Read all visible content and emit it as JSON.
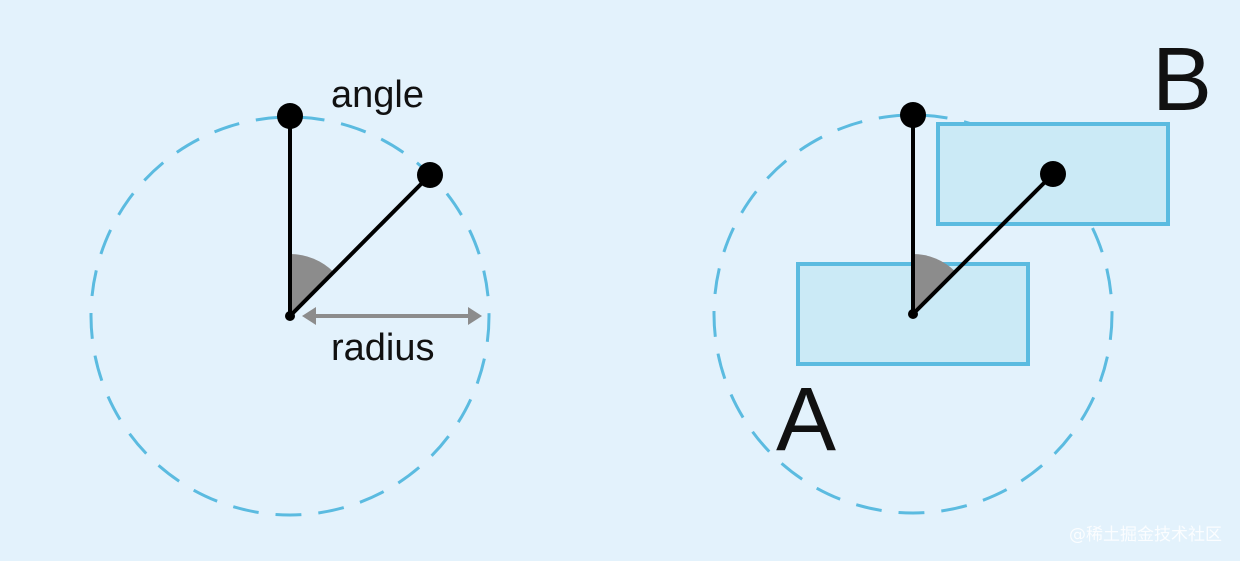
{
  "labels": {
    "angle": "angle",
    "radius": "radius",
    "box_a": "A",
    "box_b": "B"
  },
  "watermark": "@稀土掘金技术社区",
  "colors": {
    "background": "#e3f2fc",
    "dashed_circle": "#5bbbe0",
    "box_fill": "#cbeaf6",
    "box_stroke": "#5bbbe0",
    "line": "#000000",
    "angle_wedge": "#8c8c8c",
    "radius_arrow": "#8c8c8c"
  }
}
